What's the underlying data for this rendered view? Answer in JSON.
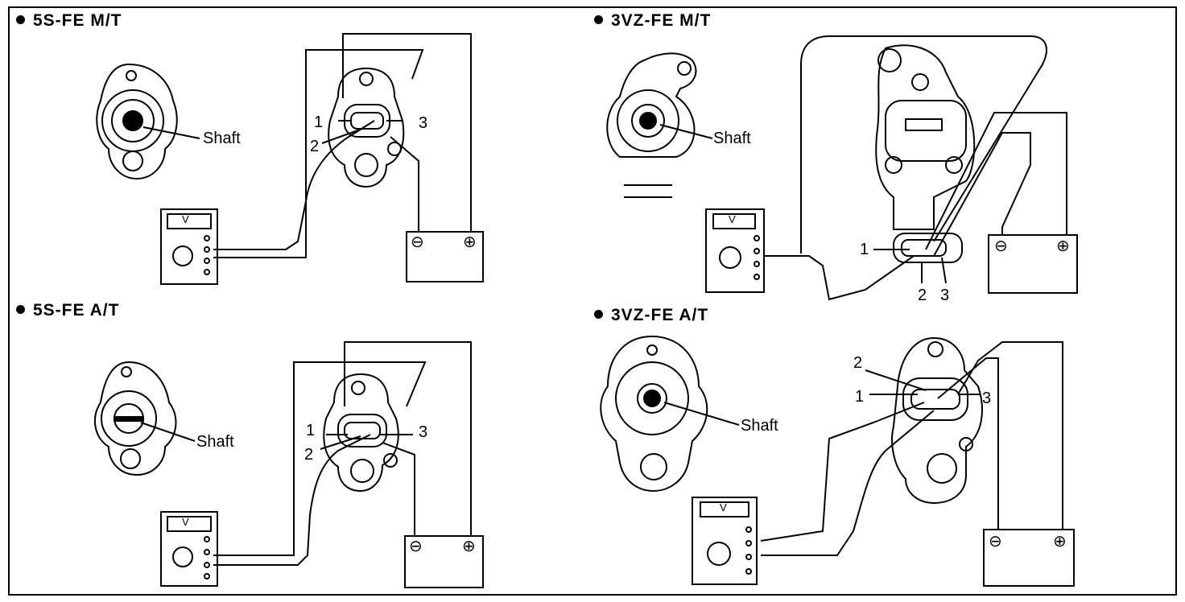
{
  "panels": [
    {
      "title": "5S-FE M/T",
      "shaft": "Shaft",
      "terminals": [
        "1",
        "2",
        "3"
      ]
    },
    {
      "title": "3VZ-FE M/T",
      "shaft": "Shaft",
      "terminals": [
        "1",
        "2",
        "3"
      ]
    },
    {
      "title": "5S-FE A/T",
      "shaft": "Shaft",
      "terminals": [
        "1",
        "2",
        "3"
      ]
    },
    {
      "title": "3VZ-FE A/T",
      "shaft": "Shaft",
      "terminals": [
        "2",
        "1",
        "3"
      ]
    }
  ],
  "meter_label": "V",
  "battery": {
    "neg": "⊖",
    "pos": "⊕"
  },
  "colors": {
    "line": "#000000",
    "background": "#ffffff"
  }
}
